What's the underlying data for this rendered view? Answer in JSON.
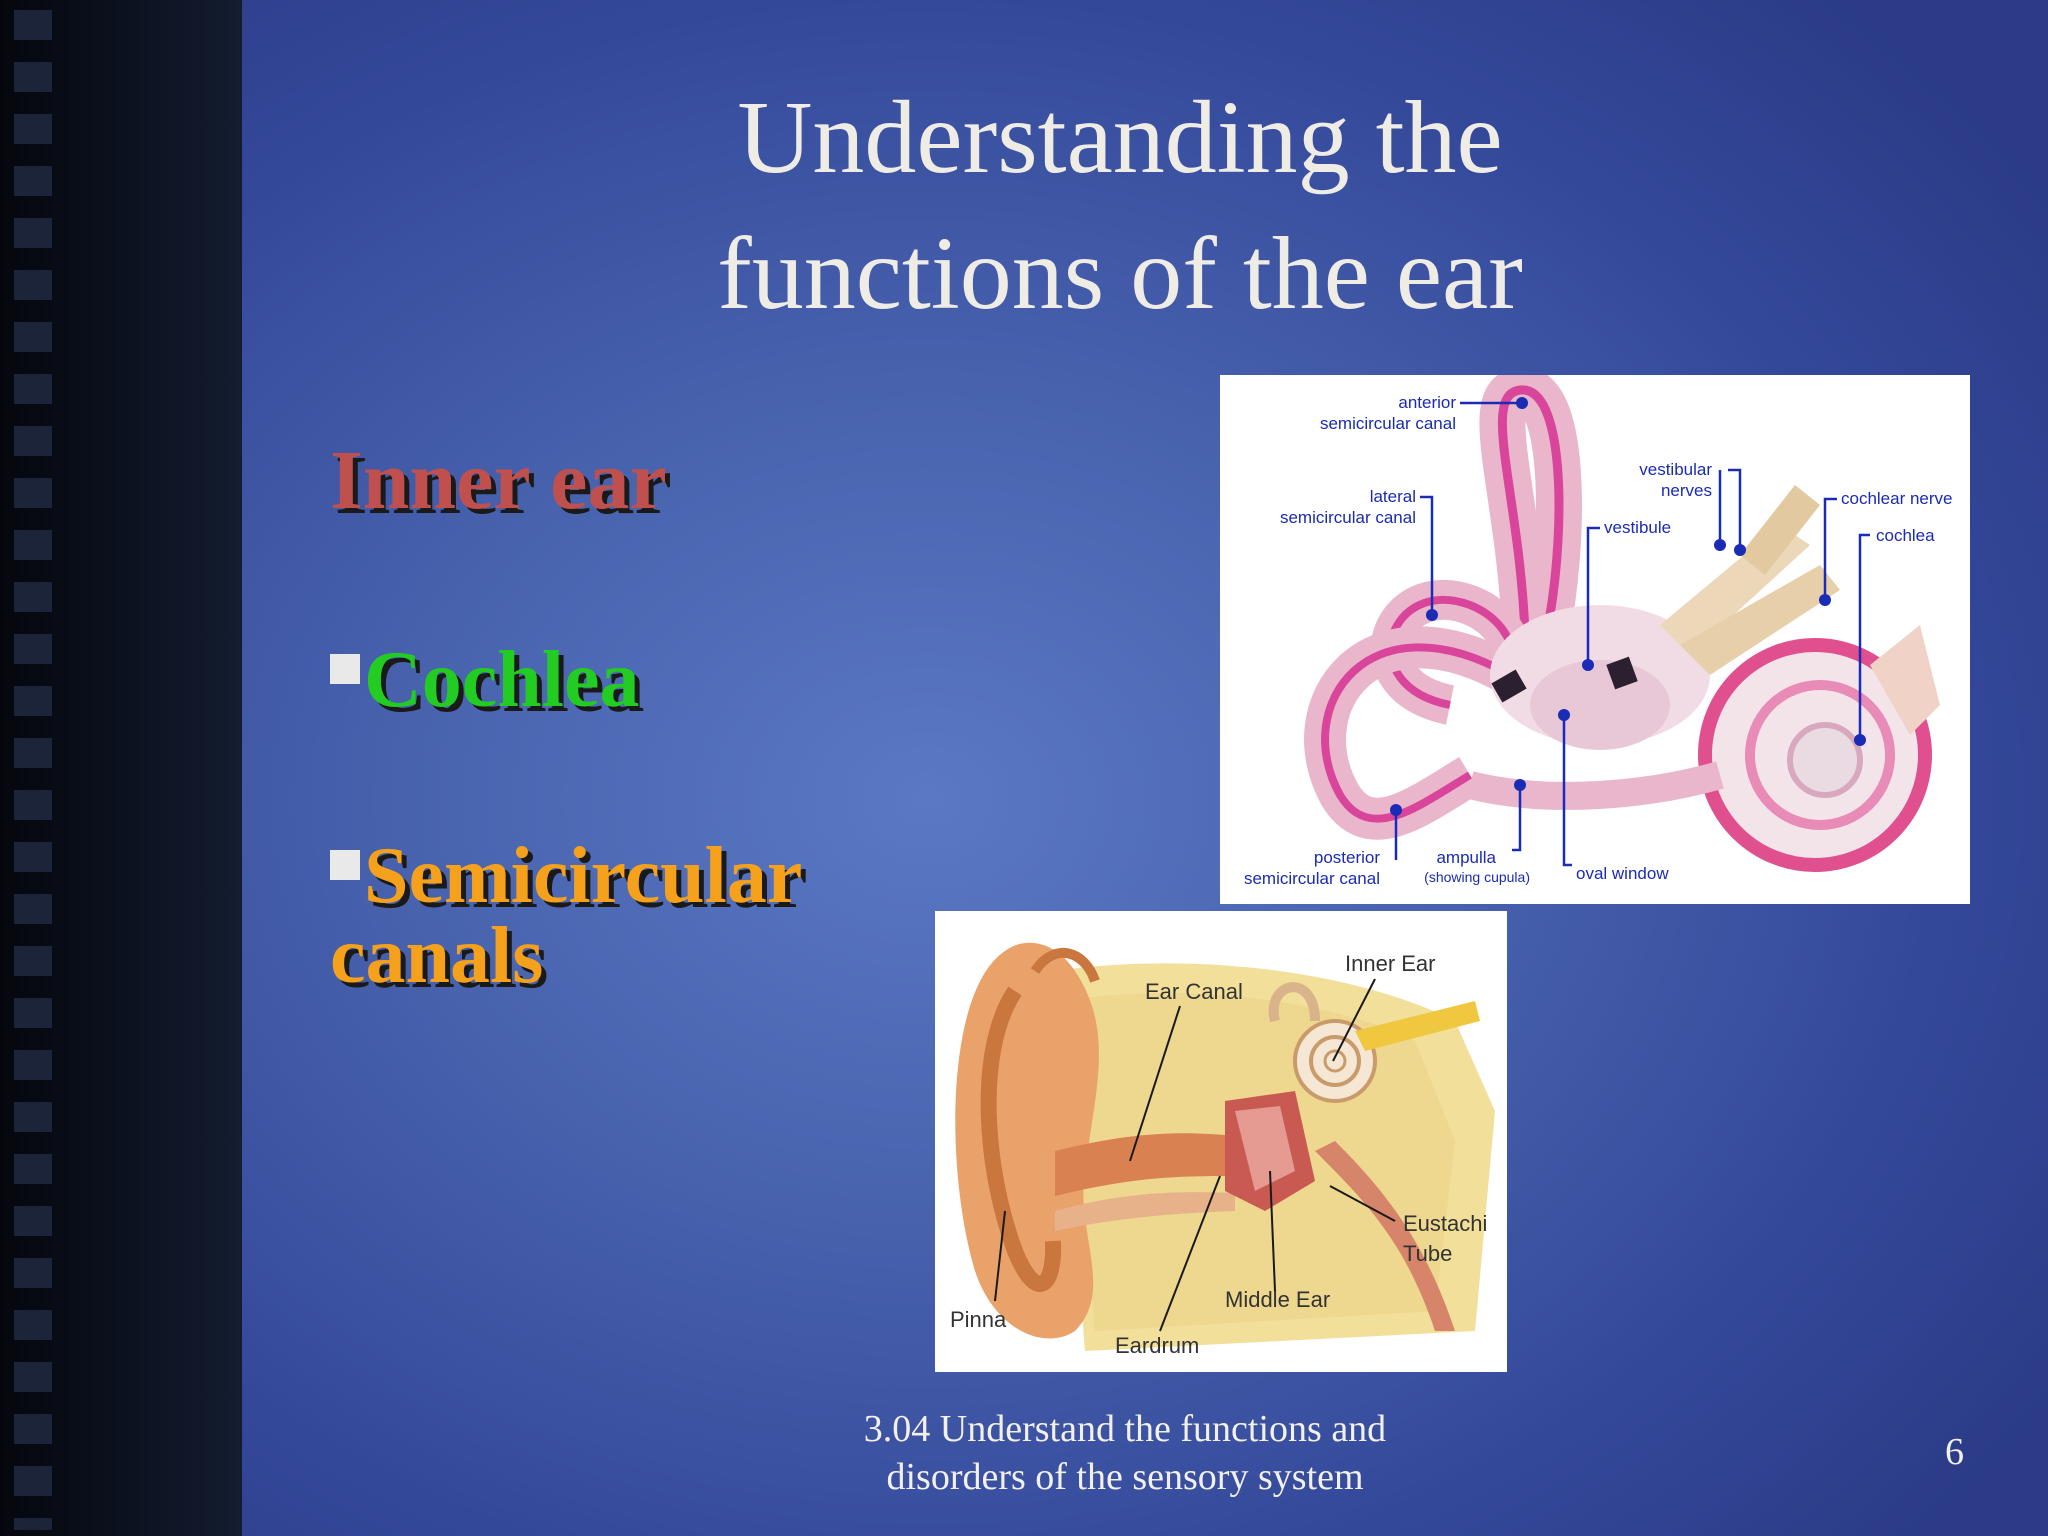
{
  "slide": {
    "title_line1": "Understanding the",
    "title_line2": "functions of the ear",
    "heading": "Inner ear",
    "bullets": [
      {
        "text": "Cochlea"
      },
      {
        "text_line1": "Semicircular",
        "text_line2": "canals"
      }
    ],
    "footer_line1": "3.04 Understand the functions and",
    "footer_line2": "disorders of the sensory system",
    "page_number": "6"
  },
  "colors": {
    "heading": "#c0504d",
    "bullet1": "#22cc22",
    "bullet2": "#f5a11b",
    "background": "#4a65b0"
  },
  "inner_ear_diagram": {
    "labels": {
      "anterior_1": "anterior",
      "anterior_2": "semicircular canal",
      "lateral_1": "lateral",
      "lateral_2": "semicircular canal",
      "vestibular_1": "vestibular",
      "vestibular_2": "nerves",
      "vestibule": "vestibule",
      "cochlear_nerve": "cochlear nerve",
      "cochlea": "cochlea",
      "posterior_1": "posterior",
      "posterior_2": "semicircular canal",
      "ampulla_1": "ampulla",
      "ampulla_2": "(showing cupula)",
      "oval_window": "oval window"
    }
  },
  "outer_ear_diagram": {
    "labels": {
      "inner_ear": "Inner Ear",
      "ear_canal": "Ear Canal",
      "eustachian_1": "Eustachi",
      "eustachian_2": "Tube",
      "middle_ear": "Middle Ear",
      "pinna": "Pinna",
      "eardrum": "Eardrum"
    }
  }
}
